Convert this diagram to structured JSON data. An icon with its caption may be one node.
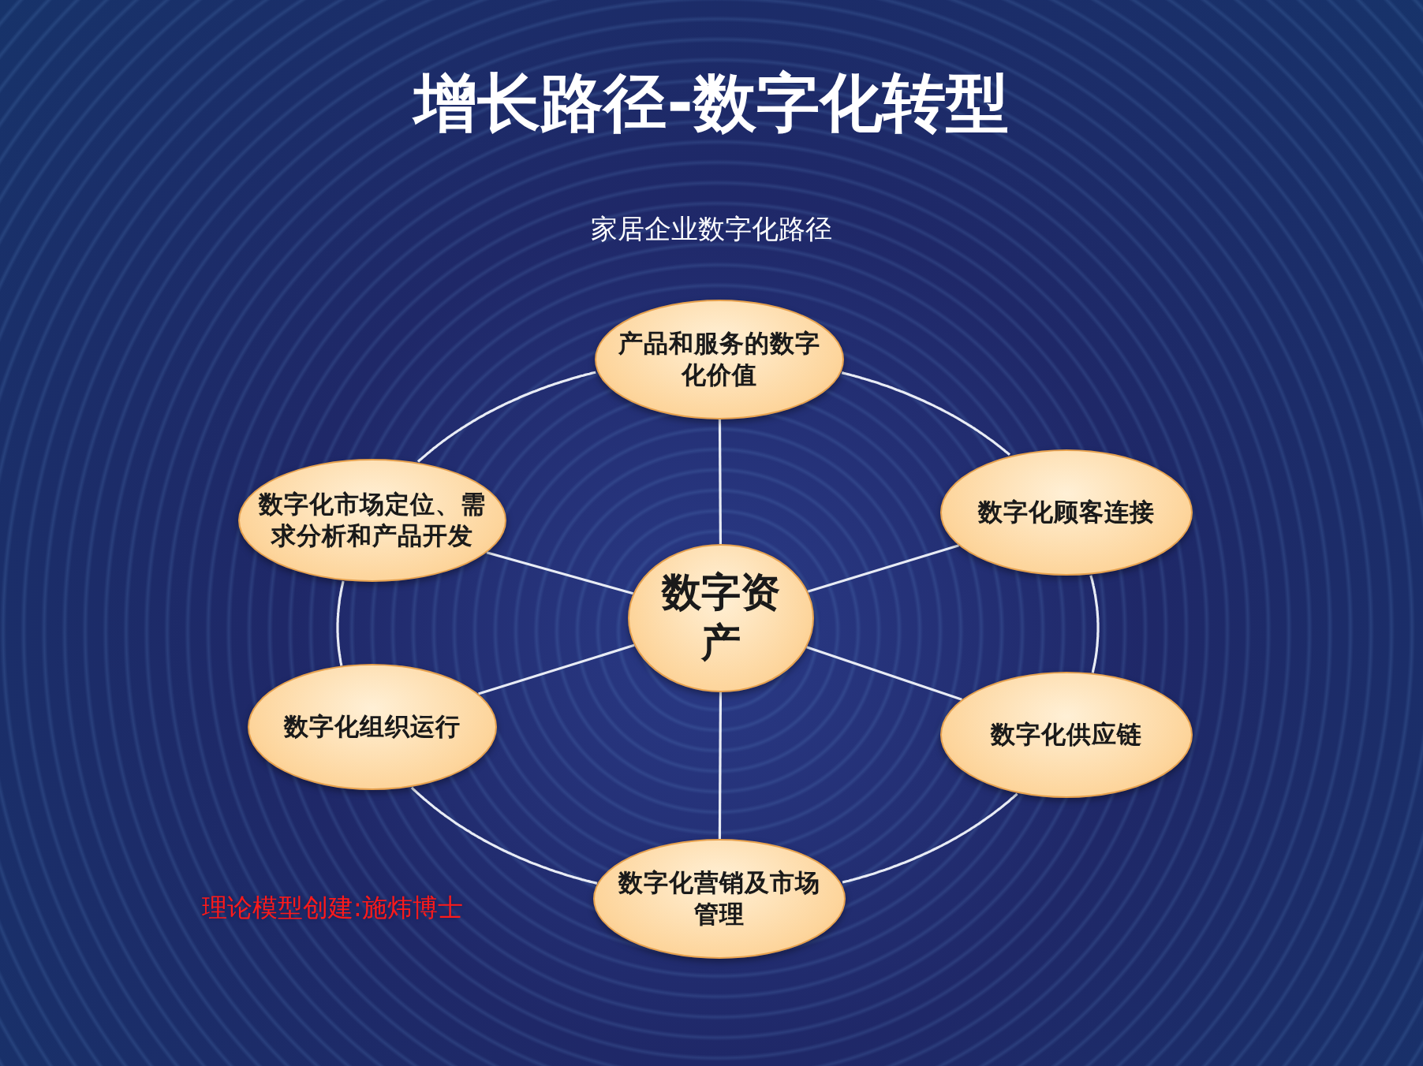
{
  "diagram": {
    "title": "增长路径-数字化转型",
    "nodes": [
      {
        "text": [
          "产品和服务的数字化价值"
        ]
      },
      {
        "text": [
          "数字化市场定位、需求分析和产品开发"
        ]
      },
      {
        "text": [
          "数字化顾客连接"
        ]
      },
      {
        "text": [
          "数字资产"
        ]
      },
      {
        "text": [
          "数字化组织运行"
        ]
      },
      {
        "text": [
          "数字化供应链"
        ]
      },
      {
        "text": [
          "数字化营销及市场管理"
        ]
      }
    ],
    "edges": [
      {
        "from": 3,
        "to": 0,
        "arrow": "none"
      },
      {
        "from": 3,
        "to": 1,
        "arrow": "none"
      },
      {
        "from": 3,
        "to": 2,
        "arrow": "none"
      },
      {
        "from": 3,
        "to": 4,
        "arrow": "none"
      },
      {
        "from": 3,
        "to": 5,
        "arrow": "none"
      },
      {
        "from": 3,
        "to": 6,
        "arrow": "none"
      },
      {
        "from": 0,
        "to": 2,
        "arrow": "none"
      },
      {
        "from": 2,
        "to": 5,
        "arrow": "none"
      },
      {
        "from": 5,
        "to": 6,
        "arrow": "none"
      },
      {
        "from": 6,
        "to": 4,
        "arrow": "none"
      },
      {
        "from": 4,
        "to": 1,
        "arrow": "none"
      },
      {
        "from": 1,
        "to": 0,
        "arrow": "none"
      }
    ],
    "labels": [
      "家居企业数字化路径",
      "理论模型创建:施炜博士"
    ]
  }
}
